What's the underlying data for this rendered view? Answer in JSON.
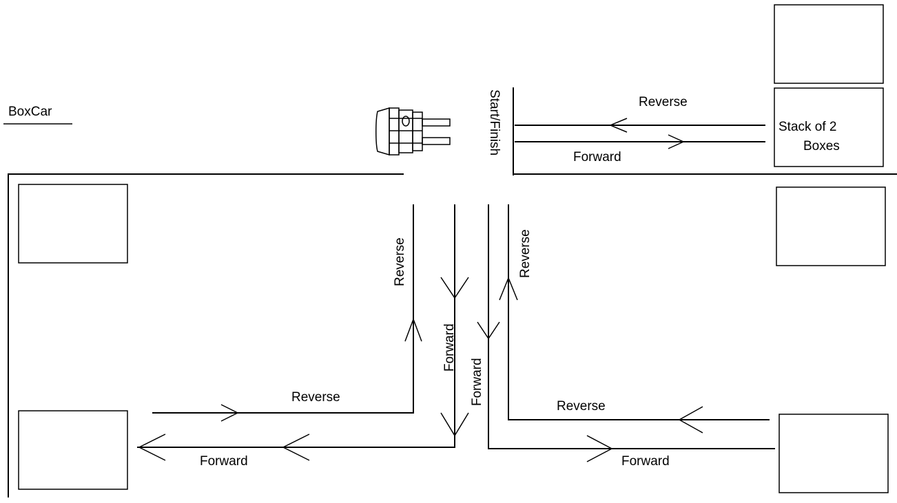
{
  "title": "BoxCar",
  "labels": {
    "start_finish": "Start/Finish",
    "stack": "Stack of 2",
    "stack_line2": "Boxes",
    "reverse": "Reverse",
    "forward": "Forward"
  }
}
